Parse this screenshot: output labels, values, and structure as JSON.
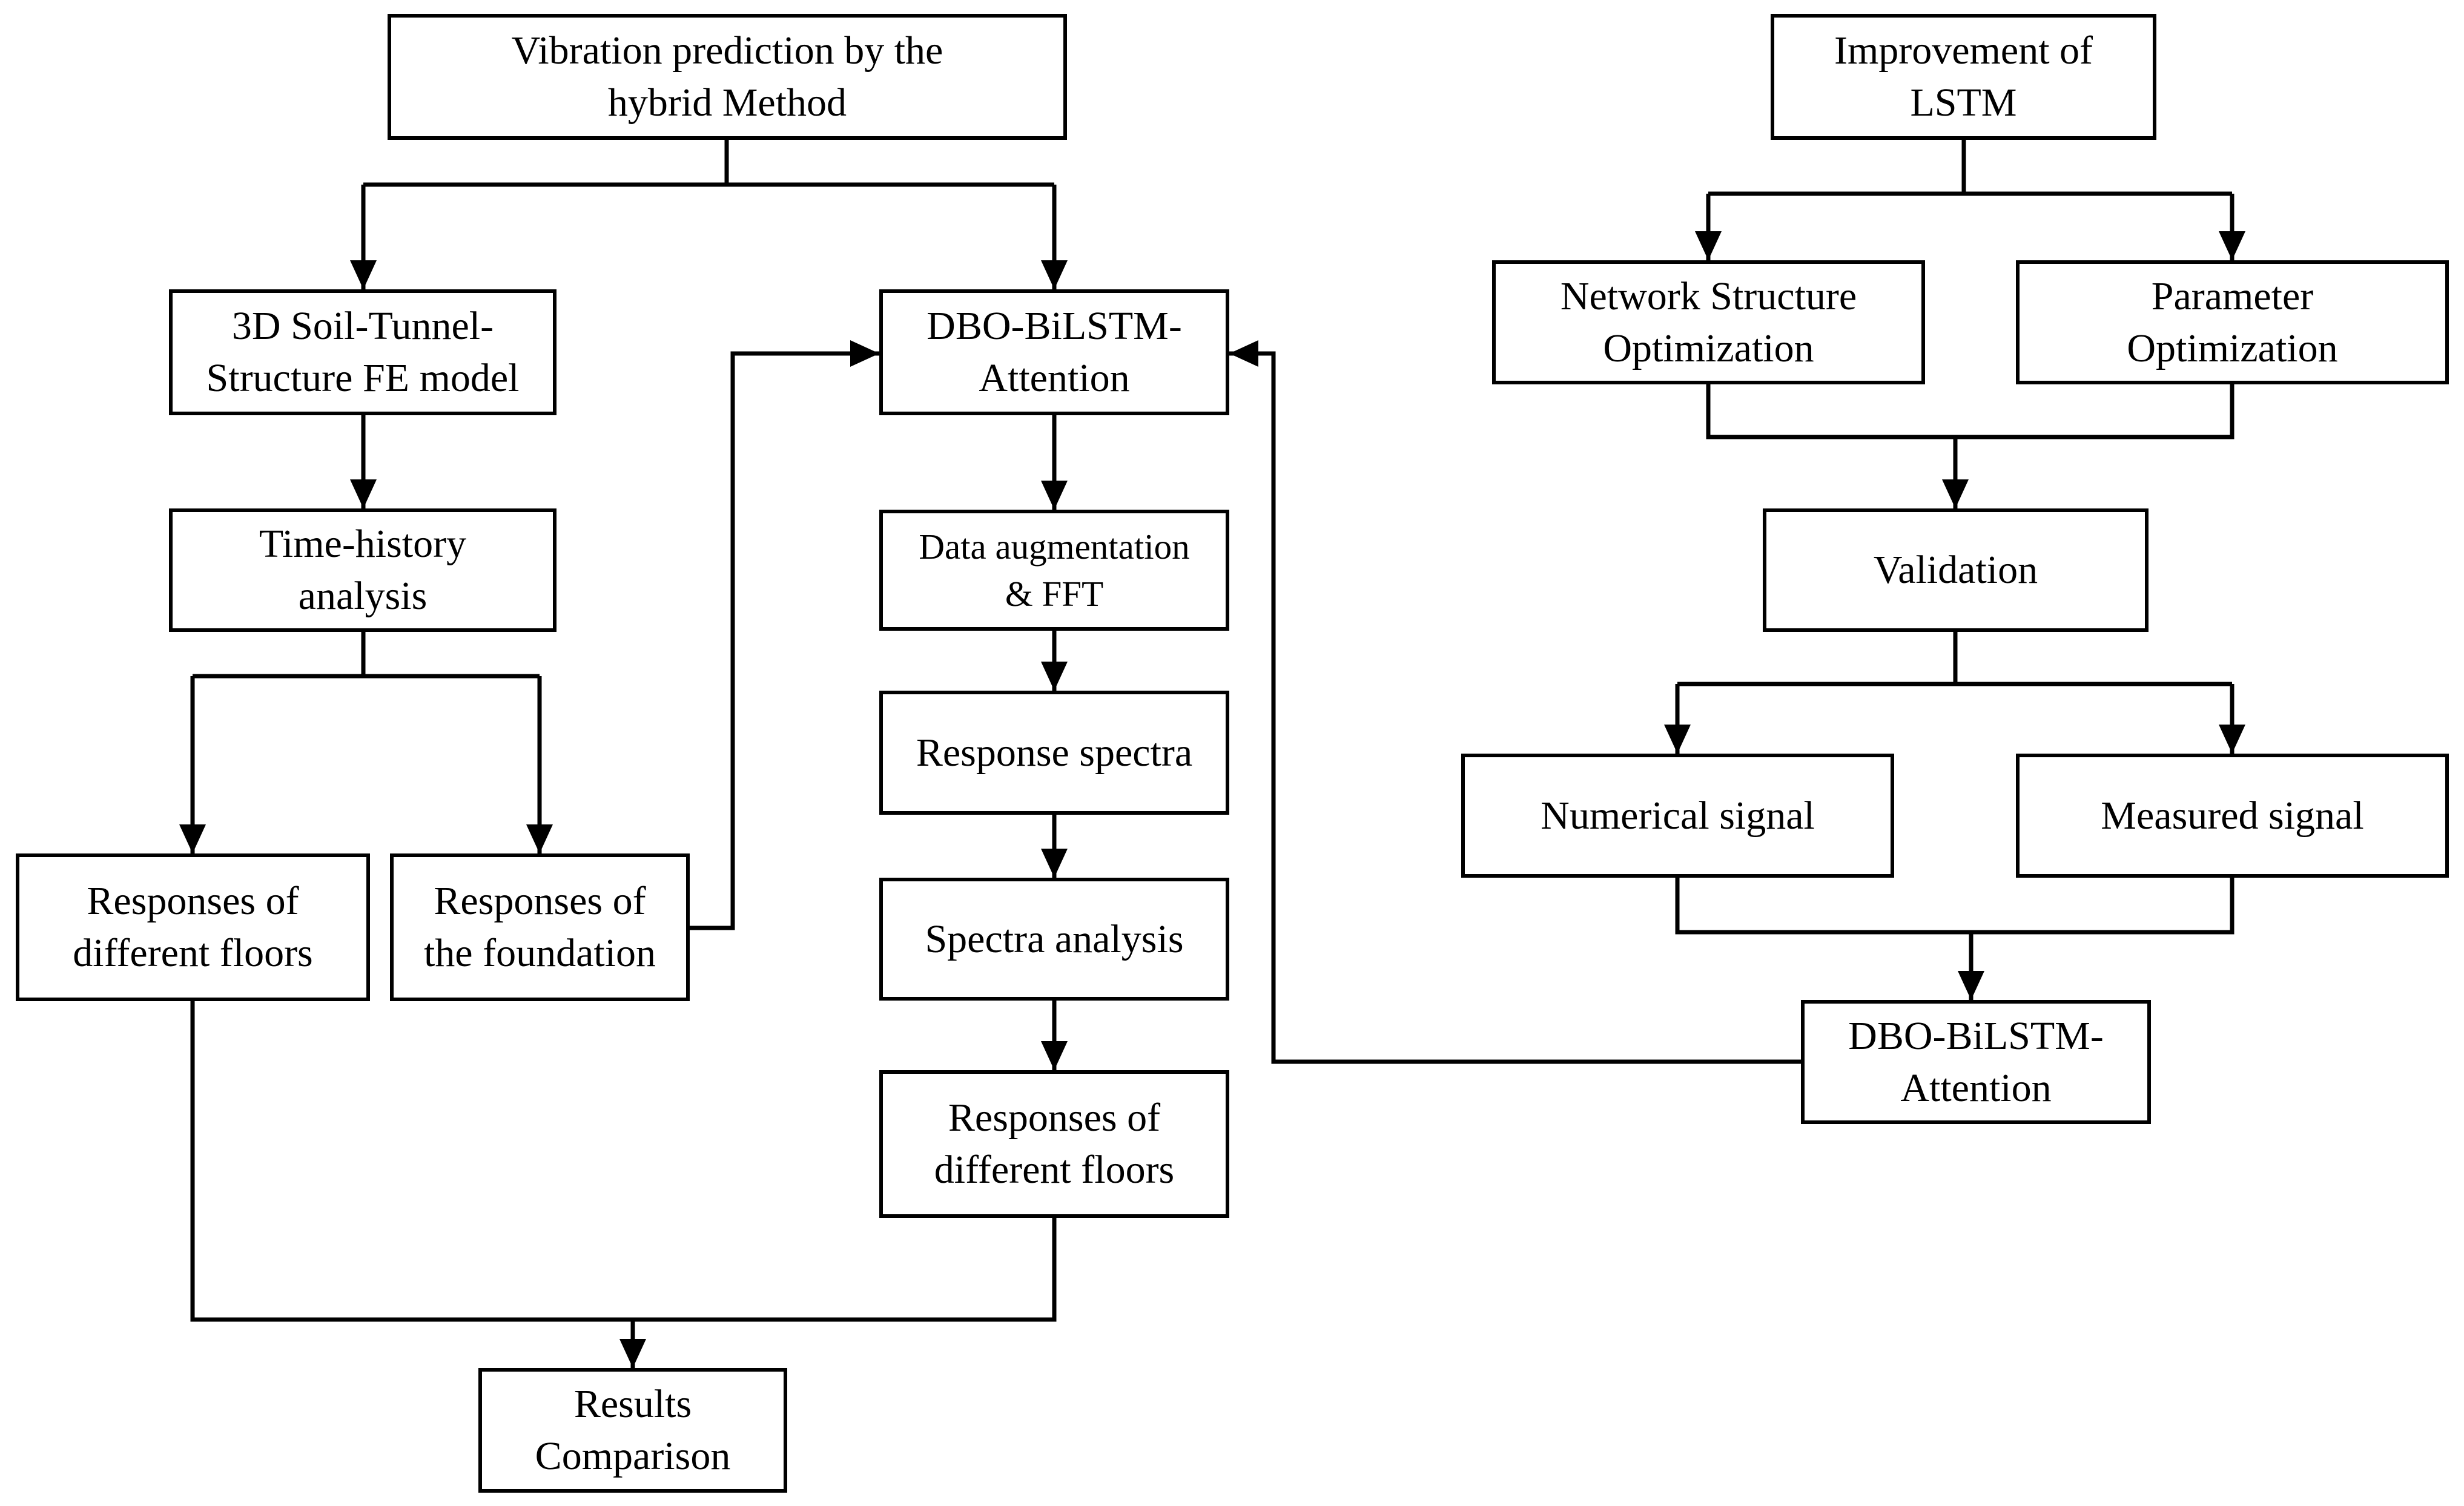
{
  "nodes": {
    "hybrid": {
      "lines": [
        "Vibration prediction by the",
        "hybrid Method"
      ]
    },
    "fe_model": {
      "lines": [
        "3D Soil-Tunnel-",
        "Structure FE model"
      ]
    },
    "time_history": {
      "lines": [
        "Time-history",
        "analysis"
      ]
    },
    "resp_floors_l": {
      "lines": [
        "Responses of",
        "different floors"
      ]
    },
    "resp_found": {
      "lines": [
        "Responses of",
        "the foundation"
      ]
    },
    "dbo_mid": {
      "lines": [
        "DBO-BiLSTM-",
        "Attention"
      ]
    },
    "data_aug": {
      "lines": [
        "Data augmentation",
        "& FFT"
      ]
    },
    "resp_spectra": {
      "lines": [
        "Response spectra"
      ]
    },
    "spectra_an": {
      "lines": [
        "Spectra analysis"
      ]
    },
    "resp_floors_m": {
      "lines": [
        "Responses of",
        "different floors"
      ]
    },
    "results": {
      "lines": [
        "Results",
        "Comparison"
      ]
    },
    "improve": {
      "lines": [
        "Improvement of",
        "LSTM"
      ]
    },
    "net_struct": {
      "lines": [
        "Network Structure",
        "Optimization"
      ]
    },
    "param_opt": {
      "lines": [
        "Parameter",
        "Optimization"
      ]
    },
    "validation": {
      "lines": [
        "Validation"
      ]
    },
    "numerical": {
      "lines": [
        "Numerical signal"
      ]
    },
    "measured": {
      "lines": [
        "Measured signal"
      ]
    },
    "dbo_right": {
      "lines": [
        "DBO-BiLSTM-",
        "Attention"
      ]
    }
  }
}
